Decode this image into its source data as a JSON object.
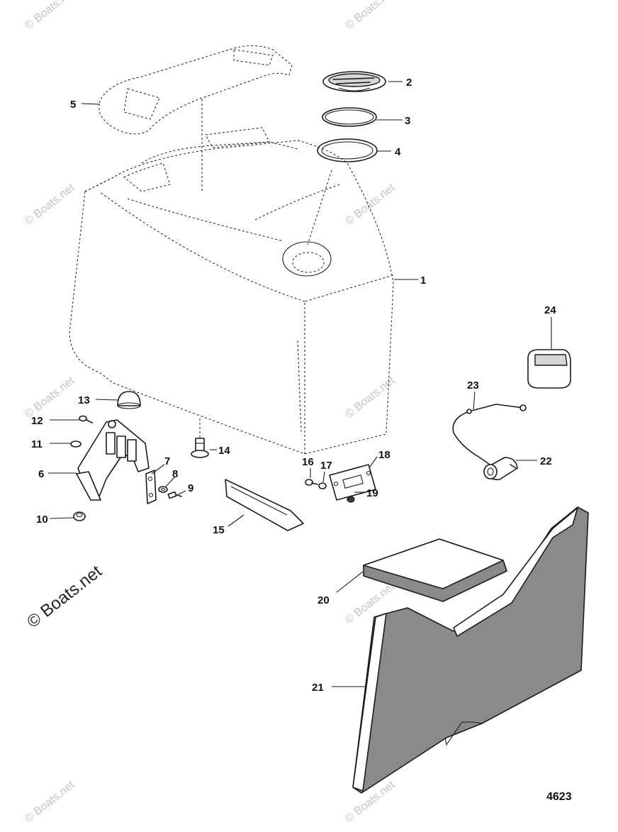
{
  "diagram": {
    "callouts": [
      "1",
      "2",
      "3",
      "4",
      "5",
      "6",
      "7",
      "8",
      "9",
      "10",
      "11",
      "12",
      "13",
      "14",
      "15",
      "16",
      "17",
      "18",
      "19",
      "20",
      "21",
      "22",
      "23",
      "24"
    ],
    "diagram_number": "4623",
    "watermark_small": "© Boats.net",
    "watermark_large": "© Boats.net"
  }
}
